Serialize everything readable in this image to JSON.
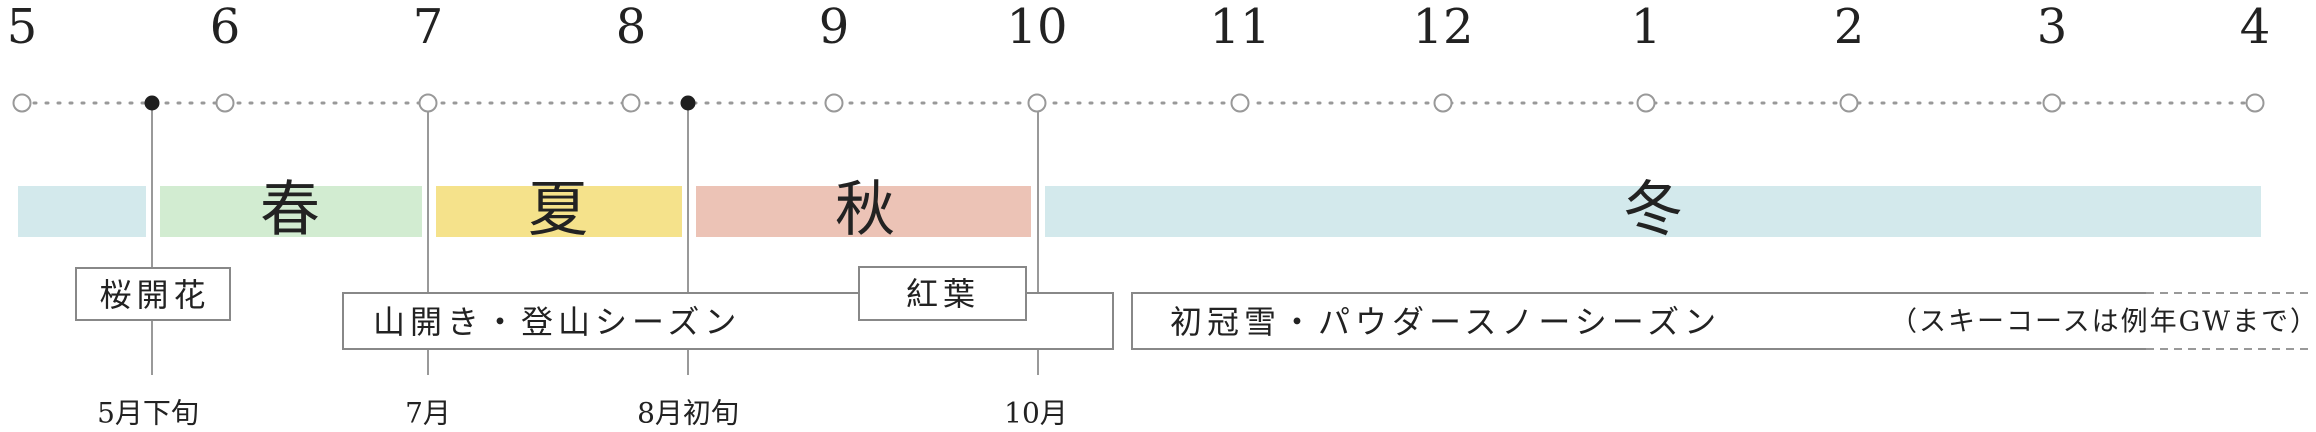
{
  "months": [
    "5",
    "6",
    "7",
    "8",
    "9",
    "10",
    "11",
    "12",
    "1",
    "2",
    "3",
    "4"
  ],
  "seasons": [
    {
      "name": "春",
      "color": "#d2ecd1"
    },
    {
      "name": "夏",
      "color": "#f5e28b"
    },
    {
      "name": "秋",
      "color": "#ecc3b6"
    },
    {
      "name": "冬",
      "color": "#d3e9ec"
    }
  ],
  "spring_lead_color": "#d3e9ec",
  "events": {
    "sakura": "桜開花",
    "yamabiraki": "山開き・登山シーズン",
    "koyo": "紅葉",
    "powder": "初冠雪・パウダースノーシーズン",
    "ski_note": "（スキーコースは例年GWまで）"
  },
  "dates": {
    "late_may": "5月下旬",
    "july": "7月",
    "early_aug": "8月初旬",
    "october": "10月"
  }
}
